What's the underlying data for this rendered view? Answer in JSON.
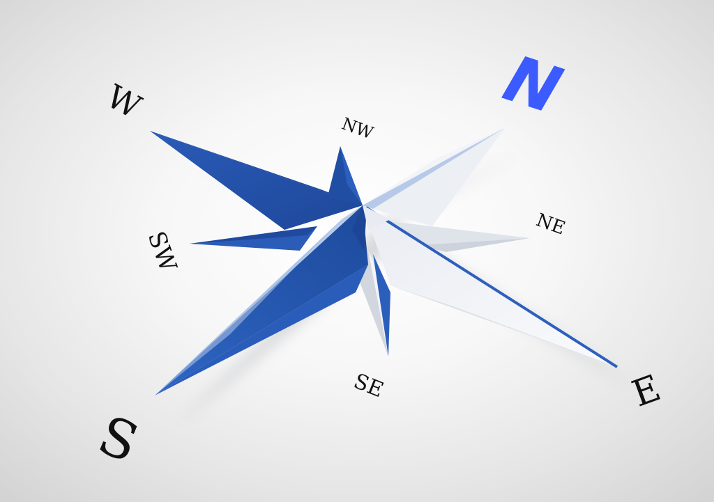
{
  "compass": {
    "labels": {
      "north": "N",
      "northeast": "NE",
      "east": "E",
      "southeast": "SE",
      "south": "S",
      "southwest": "SW",
      "west": "W",
      "northwest": "NW"
    },
    "colors": {
      "blue_dark": "#1f4fa3",
      "blue": "#2d62bf",
      "blue_light": "#b9cbe8",
      "white_face": "#f4f5f8",
      "grey_face": "#d7dbe2",
      "north_letter": "#3b5bff",
      "label_text": "#111111"
    }
  }
}
